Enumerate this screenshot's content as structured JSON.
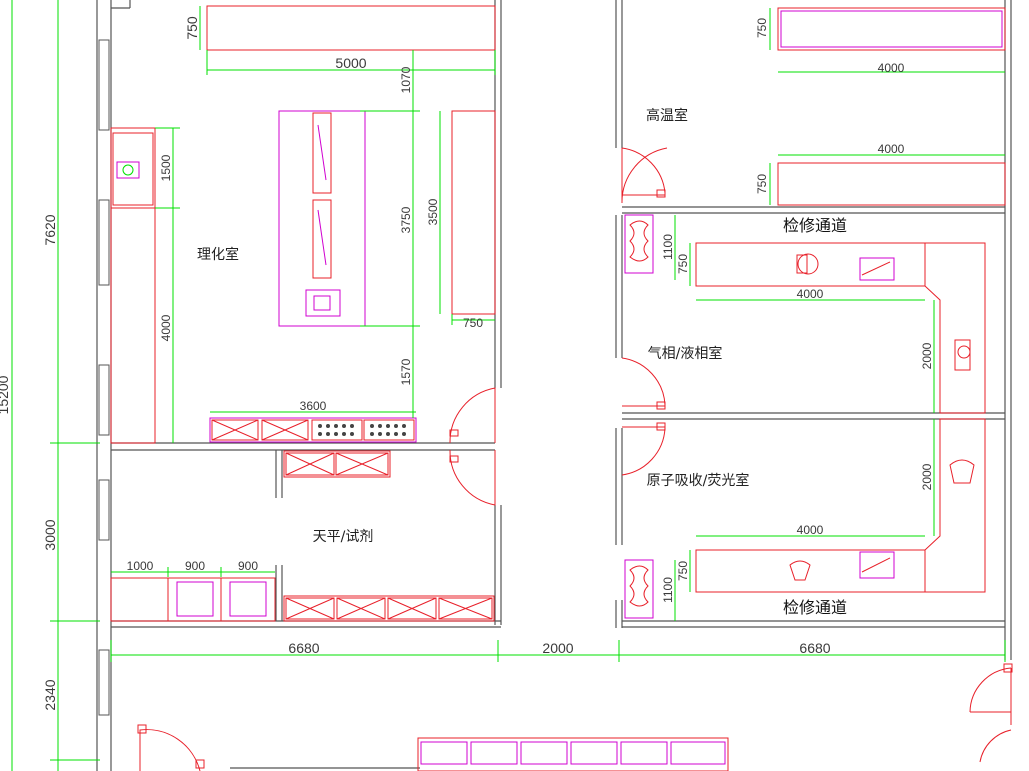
{
  "rooms": {
    "physchem": "理化室",
    "balance": "天平/试剂",
    "high_temp": "高温室",
    "gc_lc": "气相/液相室",
    "aas_af": "原子吸收/荧光室",
    "corridor_top": "检修通道",
    "corridor_bottom": "检修通道"
  },
  "dims": {
    "left_total": "15200",
    "left_7620": "7620",
    "left_3000": "3000",
    "left_2340": "2340",
    "top_750": "750",
    "top_5000": "5000",
    "d1070": "1070",
    "d1500": "1500",
    "d4000_left": "4000",
    "d3750": "3750",
    "d3500": "3500",
    "d750_bench": "750",
    "d1570": "1570",
    "d3600": "3600",
    "d1000": "1000",
    "d900a": "900",
    "d900b": "900",
    "bottom_6680_left": "6680",
    "bottom_2000": "2000",
    "bottom_6680_right": "6680",
    "ht_750_top": "750",
    "ht_4000_top": "4000",
    "ht_4000_mid": "4000",
    "ht_750_mid": "750",
    "gc_1100": "1100",
    "gc_750": "750",
    "gc_4000": "4000",
    "gc_2000": "2000",
    "aa_2000": "2000",
    "aa_4000": "4000",
    "aa_750": "750",
    "aa_1100": "1100"
  }
}
